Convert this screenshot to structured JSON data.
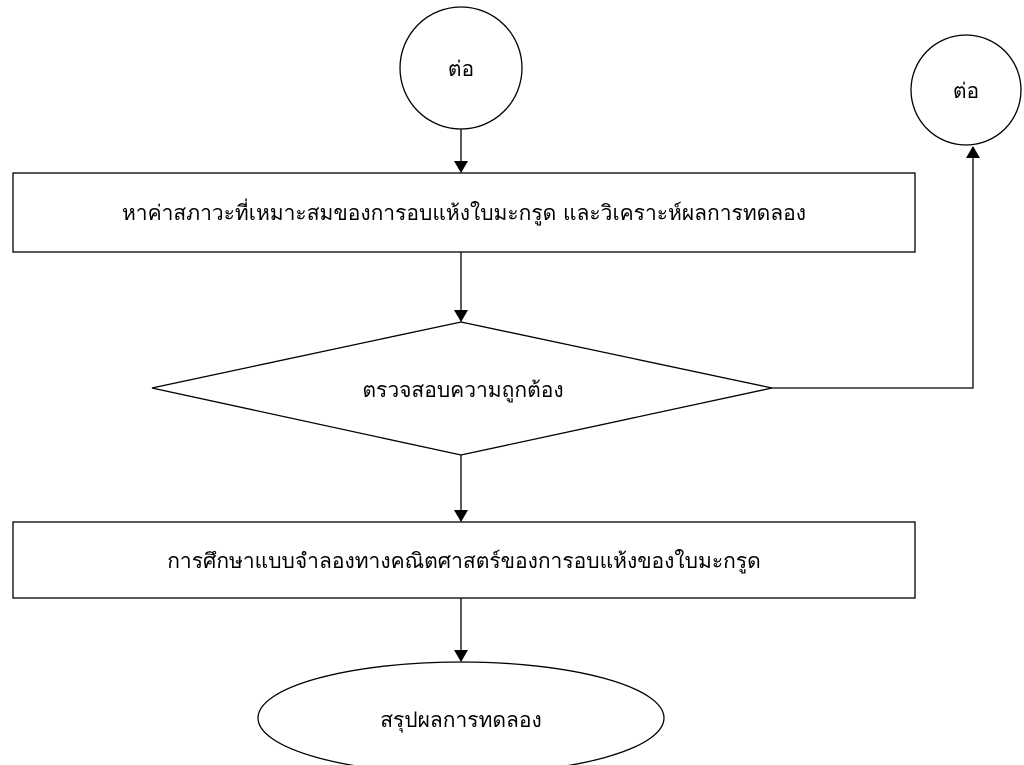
{
  "connector_top_center": {
    "label": "ต่อ"
  },
  "connector_top_right": {
    "label": "ต่อ"
  },
  "process_find_conditions": {
    "label": "หาค่าสภาวะที่เหมาะสมของการอบแห้งใบมะกรูด และวิเคราะห์ผลการทดลอง"
  },
  "decision_verify": {
    "label": "ตรวจสอบความถูกต้อง"
  },
  "process_math_model": {
    "label": "การศึกษาแบบจำลองทางคณิตศาสตร์ของการอบแห้งของใบมะกรูด"
  },
  "terminal_conclusion": {
    "label": "สรุปผลการทดลอง"
  },
  "colors": {
    "stroke": "#000000",
    "fill": "#ffffff"
  }
}
